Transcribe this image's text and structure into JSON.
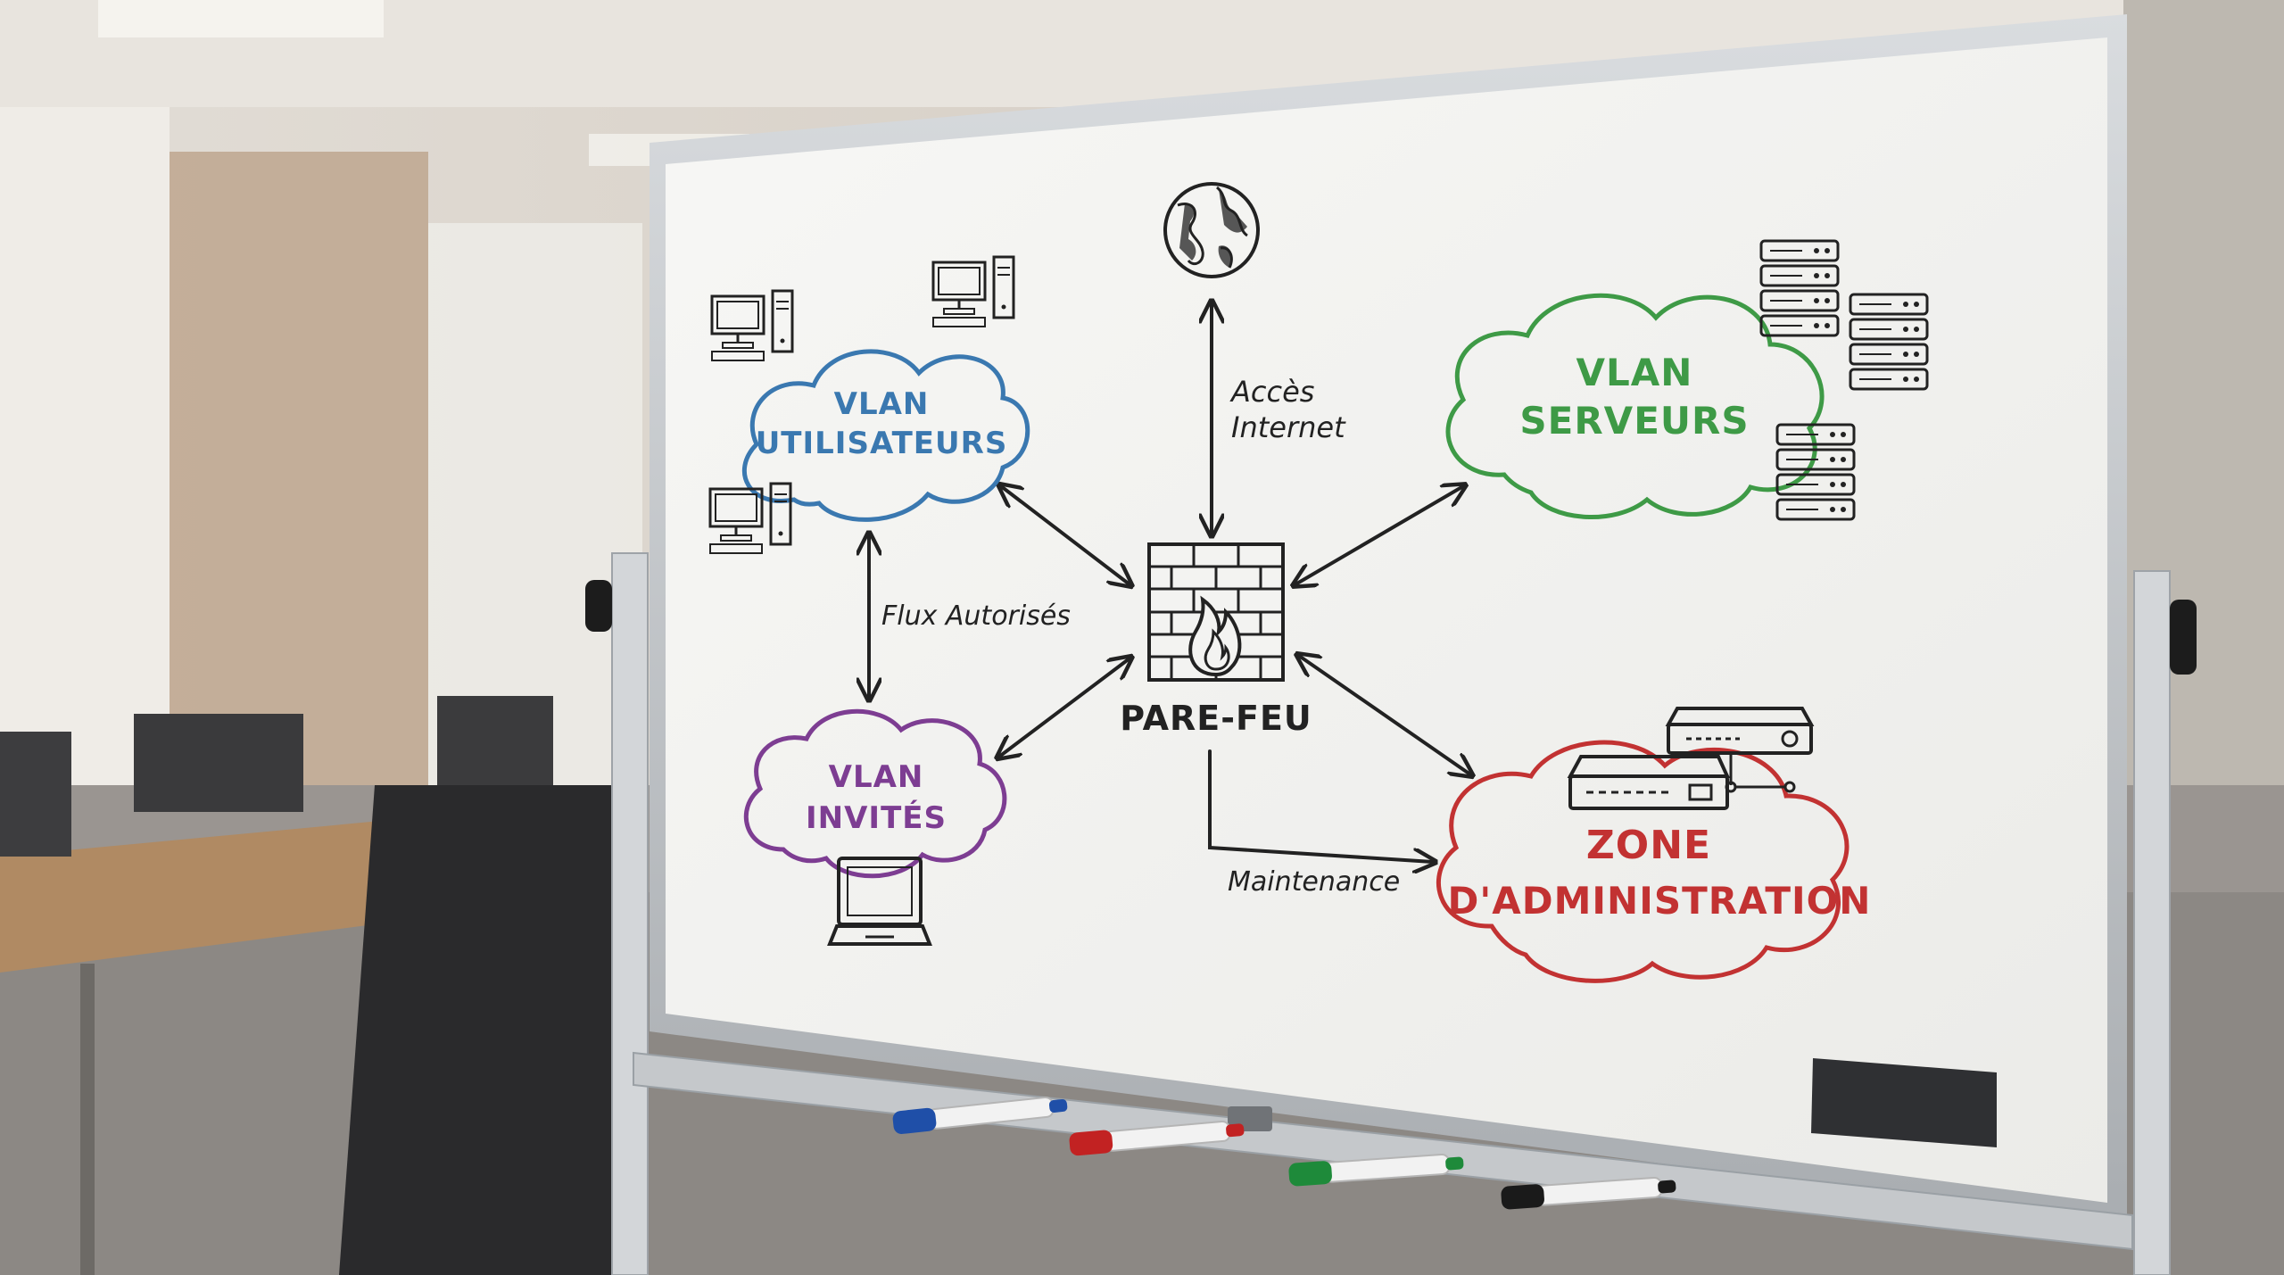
{
  "diagram": {
    "nodes": {
      "vlan_users": {
        "line1": "VLAN",
        "line2": "UTILISATEURS",
        "color": "#3a78b0"
      },
      "vlan_servers": {
        "line1": "VLAN",
        "line2": "SERVEURS",
        "color": "#3e9a46"
      },
      "vlan_guests": {
        "line1": "VLAN",
        "line2": "INVITÉS",
        "color": "#7d3d92"
      },
      "admin_zone": {
        "line1": "ZONE",
        "line2": "D'ADMINISTRATION",
        "color": "#c23232"
      },
      "firewall": {
        "label": "PARE-FEU",
        "color": "#222222"
      }
    },
    "labels": {
      "internet_line1": "Accès",
      "internet_line2": "Internet",
      "flux": "Flux Autorisés",
      "maintenance": "Maintenance"
    },
    "icons": [
      "globe-icon",
      "desktop-computer-icon",
      "server-rack-icon",
      "laptop-icon",
      "network-appliance-icon",
      "firewall-icon"
    ]
  },
  "markers": [
    {
      "name": "blue-marker",
      "color": "#1f4fa8"
    },
    {
      "name": "red-marker",
      "color": "#c22222"
    },
    {
      "name": "green-marker",
      "color": "#1e8a3a"
    },
    {
      "name": "black-marker",
      "color": "#1a1a1a"
    }
  ]
}
